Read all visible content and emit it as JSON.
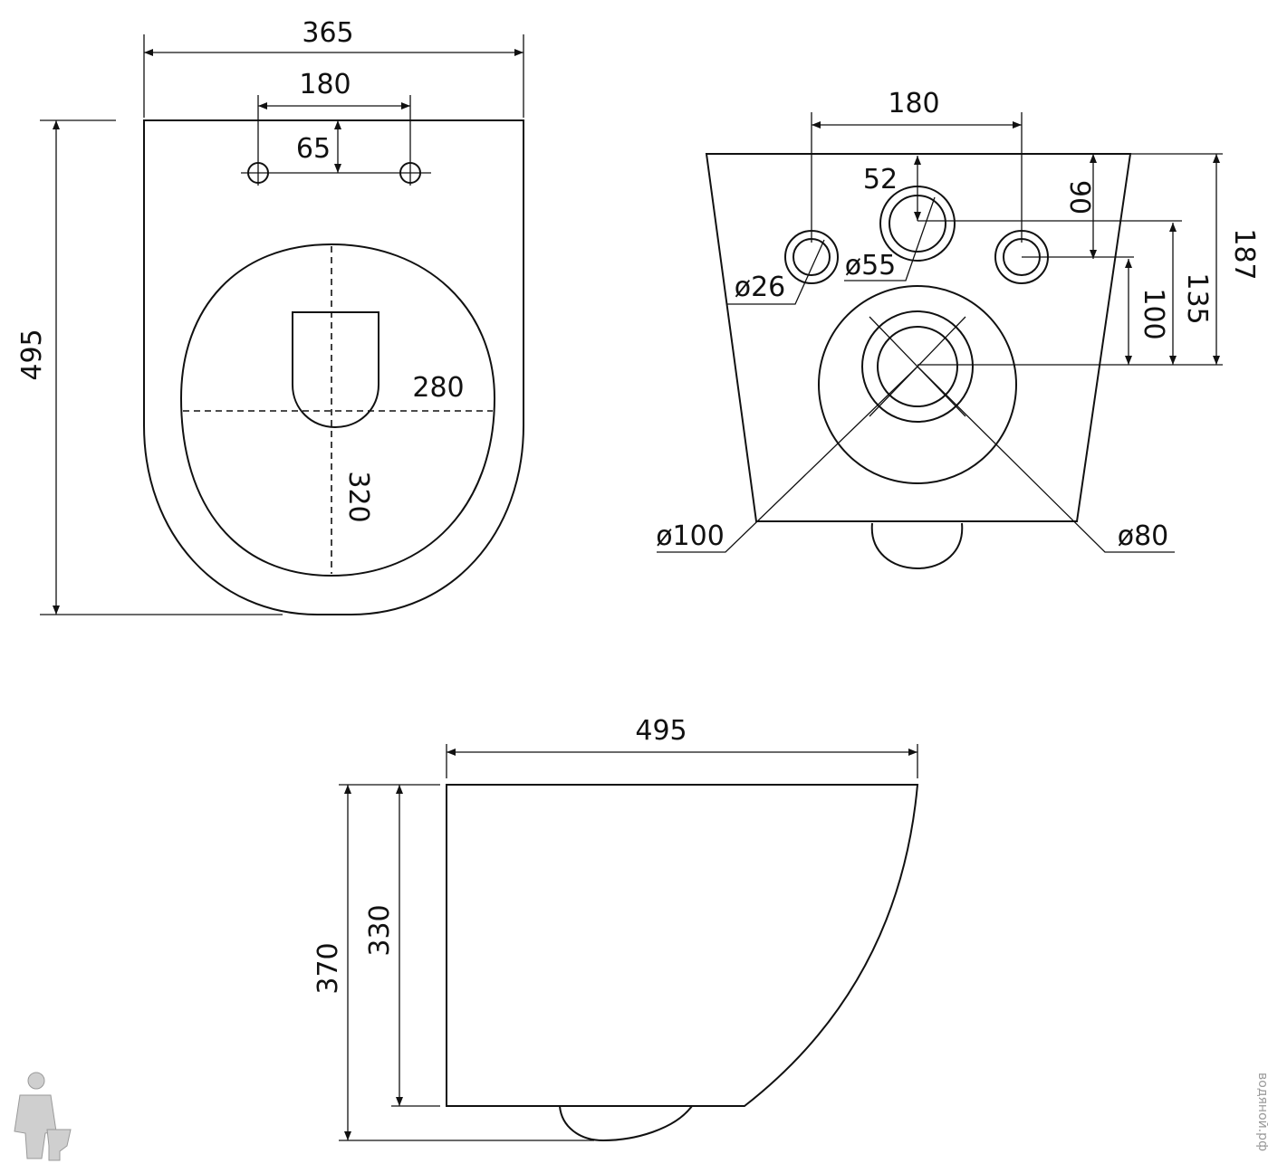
{
  "colors": {
    "line": "#111111",
    "background": "#ffffff",
    "watermark": "#9a9a9a"
  },
  "top_view": {
    "overall_width": "365",
    "hole_spacing": "180",
    "hole_offset": "65",
    "overall_length": "495",
    "bowl_width": "280",
    "bowl_length": "320"
  },
  "rear_view": {
    "hole_spacing": "180",
    "inlet_offset": "52",
    "height_upper": "90",
    "outer_height": "187",
    "height_135": "135",
    "height_100": "100",
    "dia_bolt": "ø26",
    "dia_inlet": "ø55",
    "dia_outlet_outer": "ø100",
    "dia_outlet_inner": "ø80"
  },
  "side_view": {
    "depth": "495",
    "total_height": "370",
    "body_height": "330"
  },
  "watermark": {
    "text": "водяной.рф",
    "icon": "plumber-mascot-icon"
  }
}
